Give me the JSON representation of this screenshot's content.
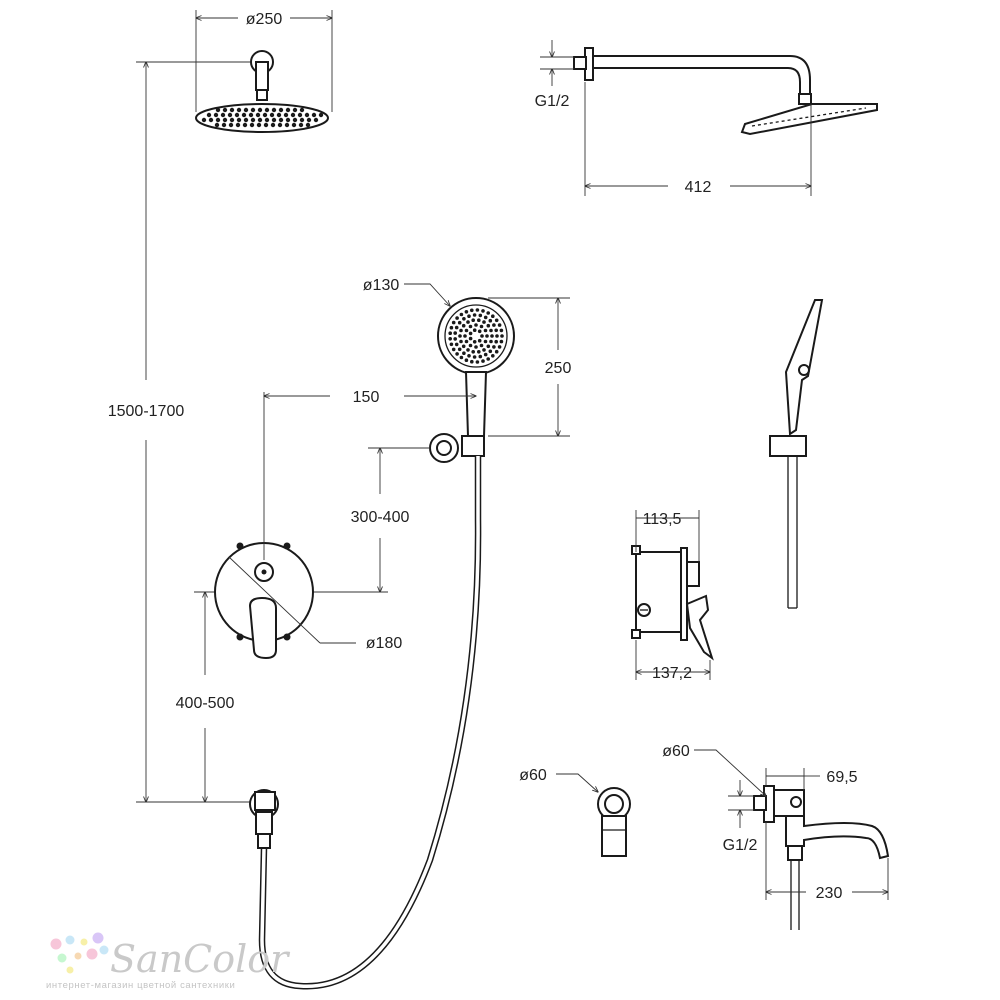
{
  "dimensions": {
    "rain_diameter": "ø250",
    "thread_top": "G1/2",
    "arm_length": "412",
    "hand_diameter": "ø130",
    "hand_height": "250",
    "offset_150": "150",
    "holder_range": "300-400",
    "mixer_diameter": "ø180",
    "total_height": "1500-1700",
    "mixer_height": "400-500",
    "mixer_depth_front": "113,5",
    "mixer_depth_total": "137,2",
    "spout_diameter": "ø60",
    "connector_diameter": "ø60",
    "spout_depth": "69,5",
    "thread_bottom": "G1/2",
    "spout_length": "230"
  },
  "brand": {
    "name": "SanColor",
    "tagline": "интернет-магазин цветной сантехники"
  },
  "colors": {
    "line": "#1a1a1a",
    "watermark": "#c9c9c9",
    "dots": [
      "#f7c6d9",
      "#c9e7f7",
      "#f7f0a8",
      "#d9c6f7",
      "#c6f7d0",
      "#f7d9b3"
    ]
  }
}
